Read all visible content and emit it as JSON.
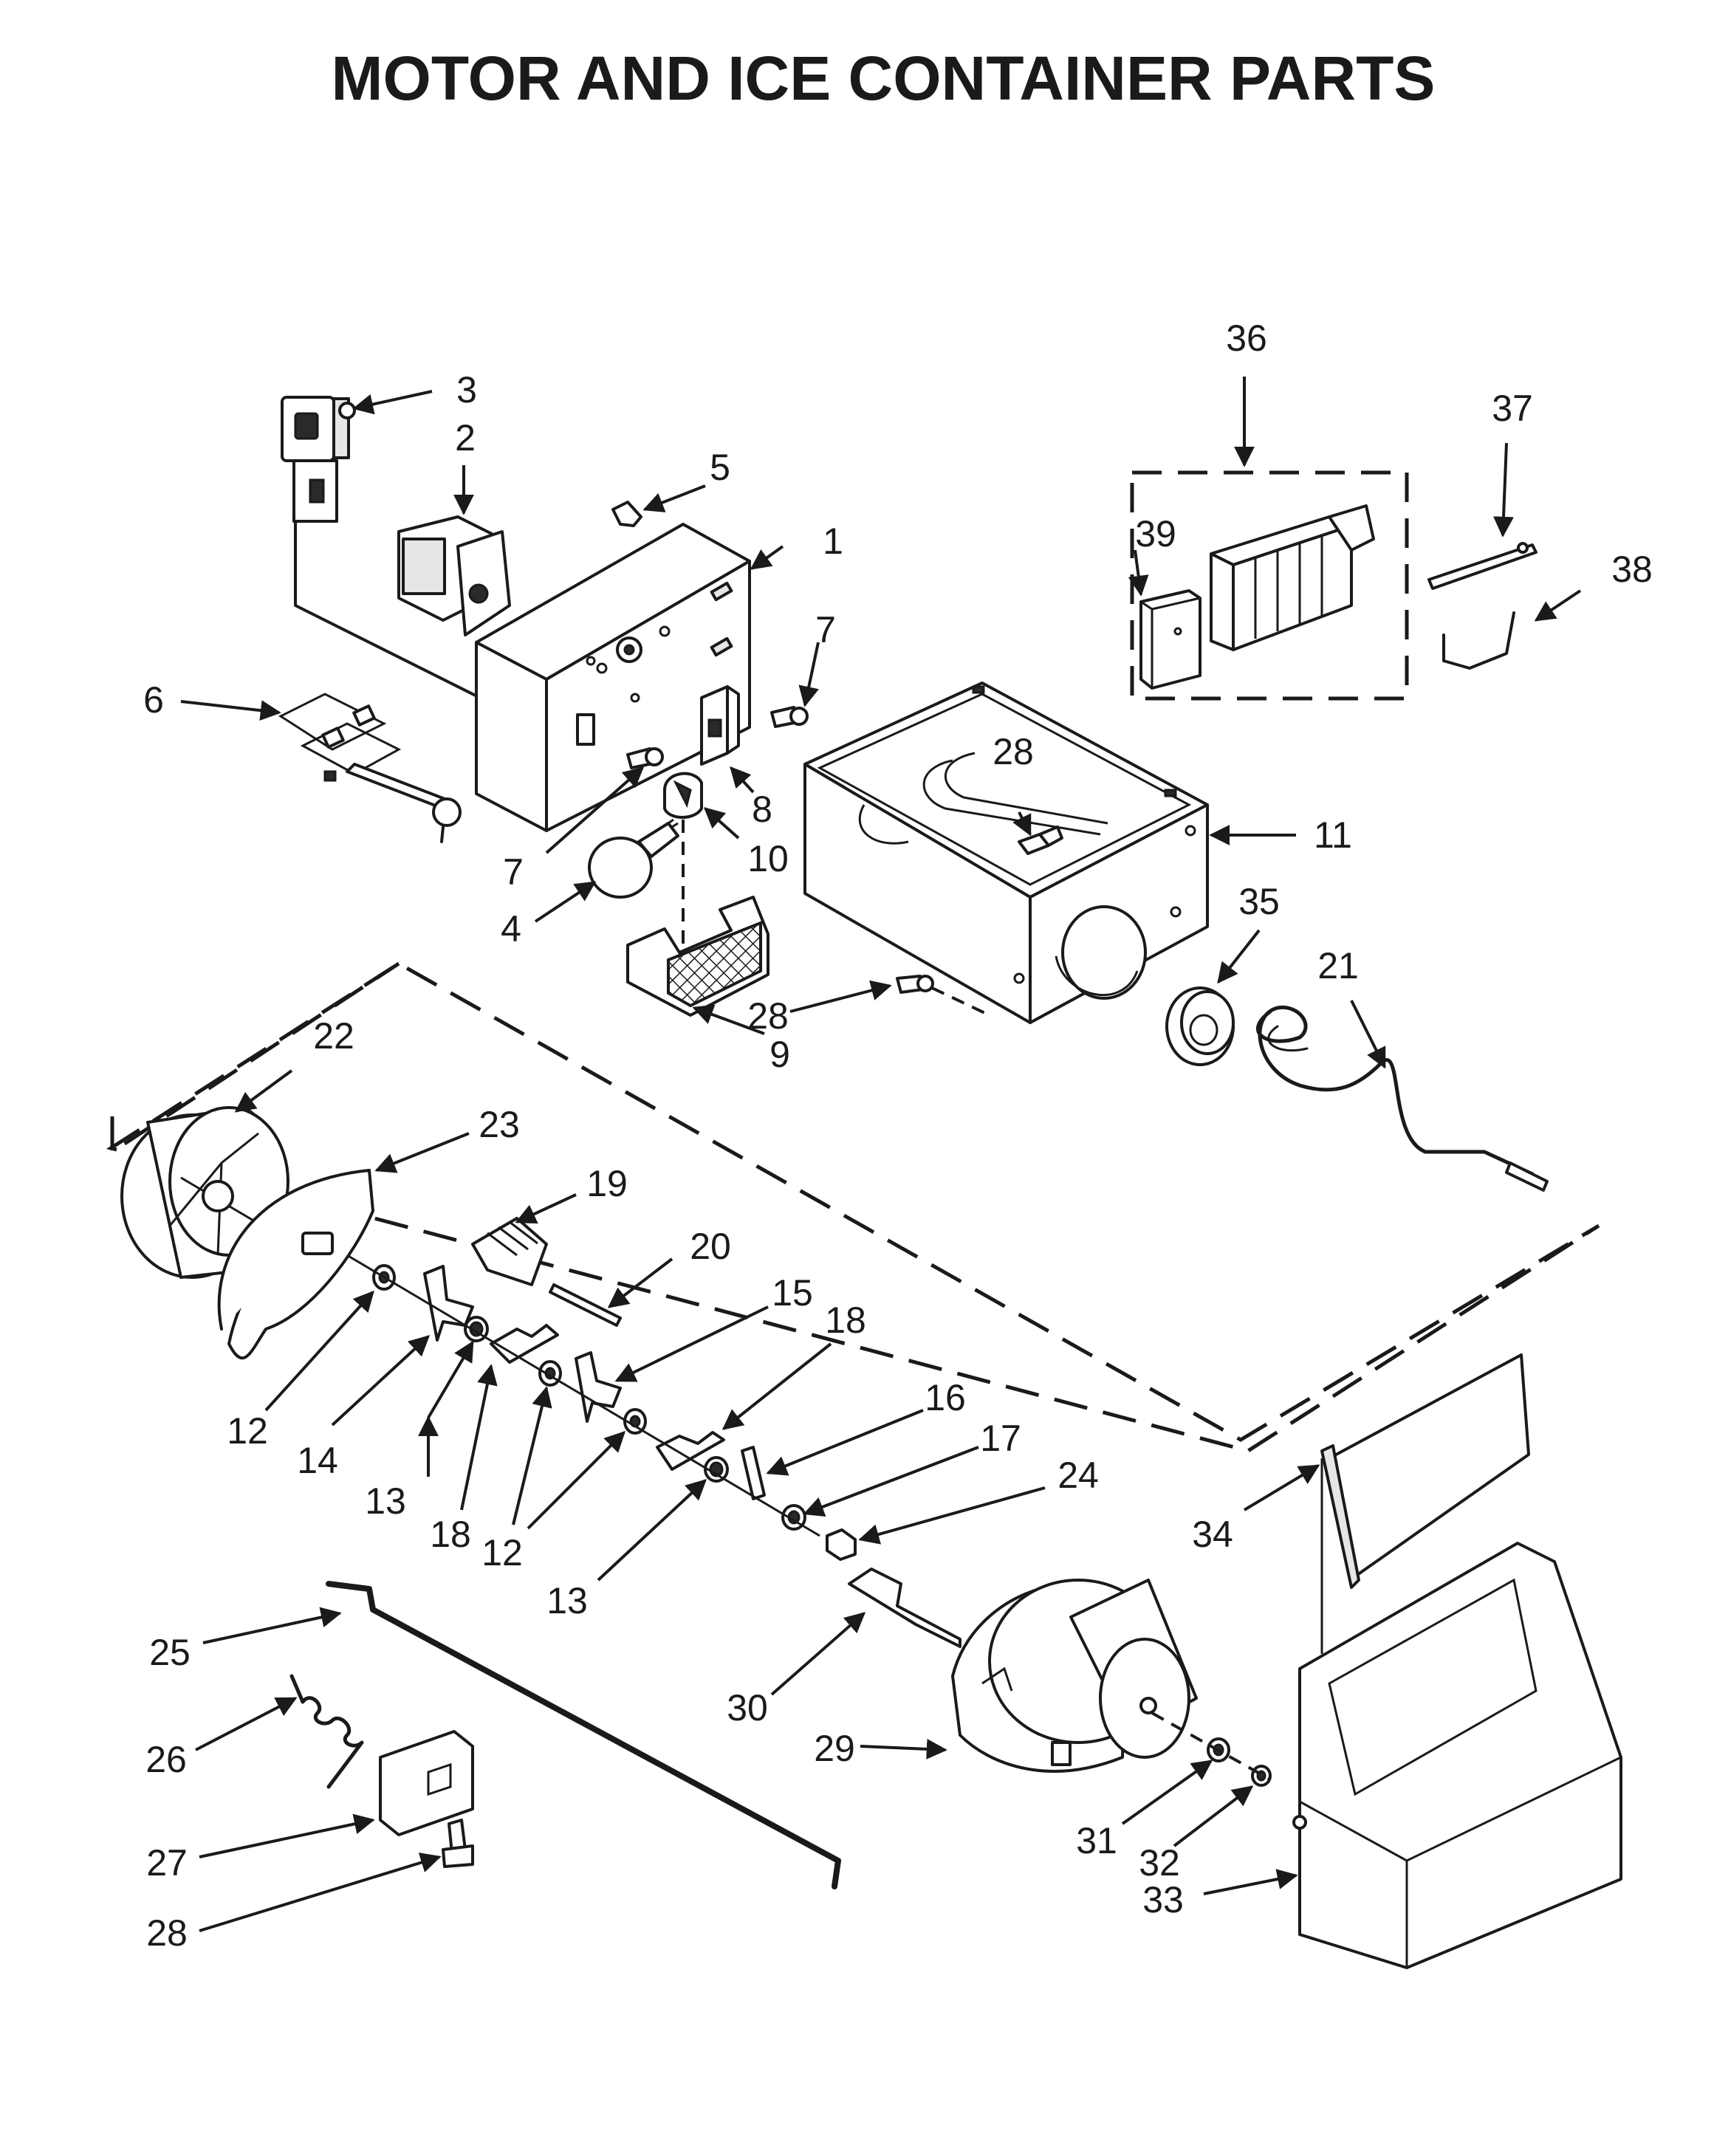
{
  "title": "MOTOR AND ICE CONTAINER PARTS",
  "callouts": [
    {
      "id": "c1",
      "label": "1"
    },
    {
      "id": "c2",
      "label": "2"
    },
    {
      "id": "c3",
      "label": "3"
    },
    {
      "id": "c4",
      "label": "4"
    },
    {
      "id": "c5",
      "label": "5"
    },
    {
      "id": "c6",
      "label": "6"
    },
    {
      "id": "c7a",
      "label": "7"
    },
    {
      "id": "c7b",
      "label": "7"
    },
    {
      "id": "c8",
      "label": "8"
    },
    {
      "id": "c9",
      "label": "9"
    },
    {
      "id": "c10",
      "label": "10"
    },
    {
      "id": "c11",
      "label": "11"
    },
    {
      "id": "c12a",
      "label": "12"
    },
    {
      "id": "c12b",
      "label": "12"
    },
    {
      "id": "c13a",
      "label": "13"
    },
    {
      "id": "c13b",
      "label": "13"
    },
    {
      "id": "c14",
      "label": "14"
    },
    {
      "id": "c15",
      "label": "15"
    },
    {
      "id": "c16",
      "label": "16"
    },
    {
      "id": "c17",
      "label": "17"
    },
    {
      "id": "c18a",
      "label": "18"
    },
    {
      "id": "c18b",
      "label": "18"
    },
    {
      "id": "c19",
      "label": "19"
    },
    {
      "id": "c20",
      "label": "20"
    },
    {
      "id": "c21",
      "label": "21"
    },
    {
      "id": "c22",
      "label": "22"
    },
    {
      "id": "c23",
      "label": "23"
    },
    {
      "id": "c24",
      "label": "24"
    },
    {
      "id": "c25",
      "label": "25"
    },
    {
      "id": "c26",
      "label": "26"
    },
    {
      "id": "c27",
      "label": "27"
    },
    {
      "id": "c28a",
      "label": "28"
    },
    {
      "id": "c28b",
      "label": "28"
    },
    {
      "id": "c28c",
      "label": "28"
    },
    {
      "id": "c29",
      "label": "29"
    },
    {
      "id": "c30",
      "label": "30"
    },
    {
      "id": "c31",
      "label": "31"
    },
    {
      "id": "c32",
      "label": "32"
    },
    {
      "id": "c33",
      "label": "33"
    },
    {
      "id": "c34",
      "label": "34"
    },
    {
      "id": "c35",
      "label": "35"
    },
    {
      "id": "c36",
      "label": "36"
    },
    {
      "id": "c37",
      "label": "37"
    },
    {
      "id": "c38",
      "label": "38"
    },
    {
      "id": "c39",
      "label": "39"
    }
  ]
}
